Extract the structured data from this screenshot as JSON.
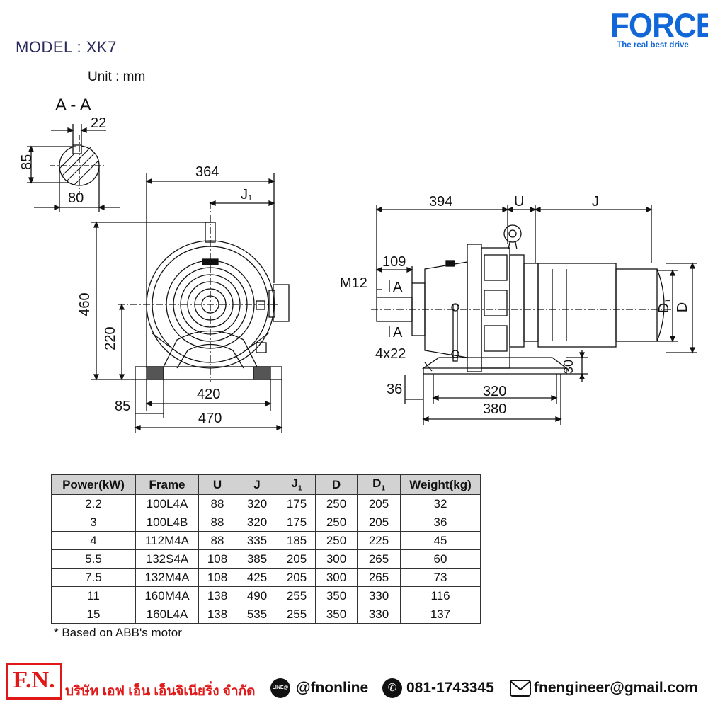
{
  "header": {
    "model": "MODEL : XK7",
    "unit": "Unit : mm",
    "brand": "FORCE",
    "tagline": "The real best drive"
  },
  "drawing": {
    "section_label": "A - A",
    "dims": {
      "key_width": "22",
      "shaft_height": "85",
      "shaft_dia": "80",
      "overall_width": "364",
      "j1": "J",
      "j1_sub": "1",
      "height": "460",
      "center_height": "220",
      "foot_inner": "420",
      "foot_outer": "470",
      "foot_edge": "85",
      "length": "394",
      "u": "U",
      "j": "J",
      "shaft_len": "109",
      "thread": "M12",
      "section_a_top": "A",
      "section_a_bot": "A",
      "holes": "4x22",
      "offset": "36",
      "base_inner": "320",
      "base_outer": "380",
      "base_thick": "30",
      "d1": "D",
      "d1_sub": "1",
      "d": "D"
    }
  },
  "table": {
    "headers": [
      "Power(kW)",
      "Frame",
      "U",
      "J",
      "J",
      "D",
      "D",
      "Weight(kg)"
    ],
    "header_subs": [
      "",
      "",
      "",
      "",
      "1",
      "",
      "1",
      ""
    ],
    "rows": [
      [
        "2.2",
        "100L4A",
        "88",
        "320",
        "175",
        "250",
        "205",
        "32"
      ],
      [
        "3",
        "100L4B",
        "88",
        "320",
        "175",
        "250",
        "205",
        "36"
      ],
      [
        "4",
        "112M4A",
        "88",
        "335",
        "185",
        "250",
        "225",
        "45"
      ],
      [
        "5.5",
        "132S4A",
        "108",
        "385",
        "205",
        "300",
        "265",
        "60"
      ],
      [
        "7.5",
        "132M4A",
        "108",
        "425",
        "205",
        "300",
        "265",
        "73"
      ],
      [
        "11",
        "160M4A",
        "138",
        "490",
        "255",
        "350",
        "330",
        "116"
      ],
      [
        "15",
        "160L4A",
        "138",
        "535",
        "255",
        "350",
        "330",
        "137"
      ]
    ],
    "footnote": "* Based on ABB's motor"
  },
  "footer": {
    "logo_text": "F.N.",
    "company": "บริษัท เอฟ เอ็น เอ็นจิเนียริ่ง จำกัด",
    "line_icon_text": "LINE@",
    "line_handle": "@fnonline",
    "phone": "081-1743345",
    "email": "fnengineer@gmail.com",
    "brand_color": "#e01818"
  },
  "icons": [
    "line-icon",
    "phone-icon",
    "mail-icon"
  ]
}
